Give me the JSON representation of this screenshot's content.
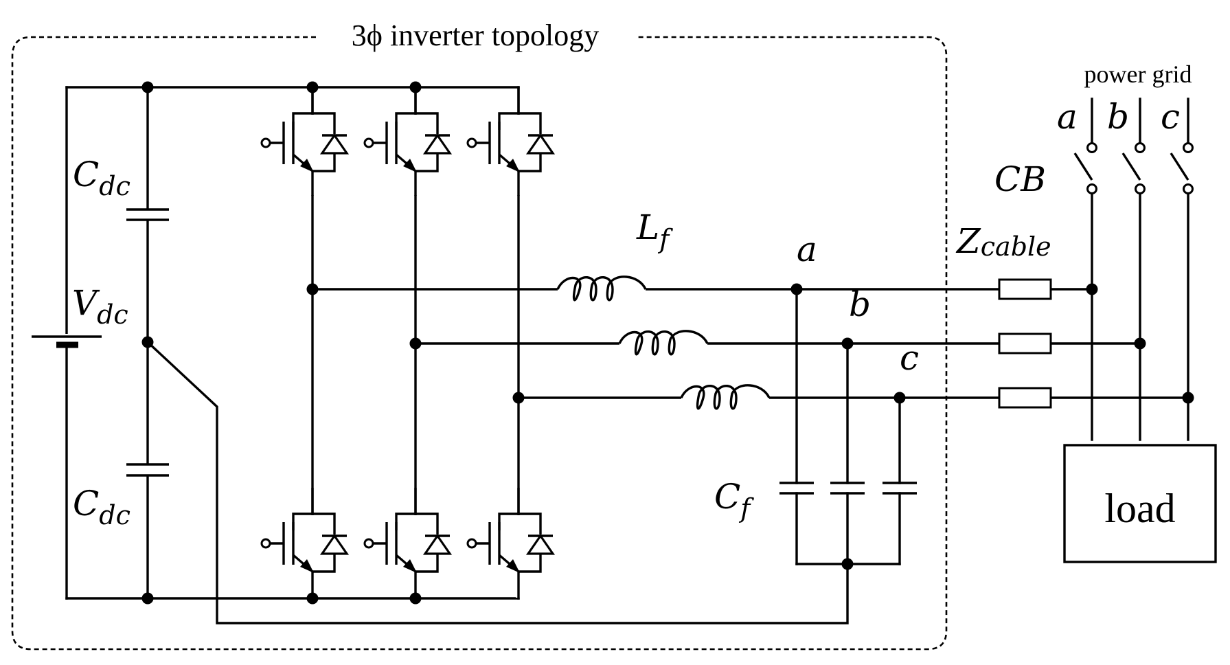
{
  "topology_title": "3ϕ inverter topology",
  "grid": {
    "title": "power grid",
    "phase_a": "a",
    "phase_b": "b",
    "phase_c": "c"
  },
  "breaker_label": "CB",
  "cable": {
    "base": "Z",
    "sub": "cable"
  },
  "filter_inductor": {
    "base": "L",
    "sub": "f"
  },
  "filter_capacitor": {
    "base": "C",
    "sub": "f"
  },
  "dc_cap_upper": {
    "base": "C",
    "sub": "dc"
  },
  "dc_cap_lower": {
    "base": "C",
    "sub": "dc"
  },
  "dc_source": {
    "base": "V",
    "sub": "dc"
  },
  "nodes": {
    "a": "a",
    "b": "b",
    "c": "c"
  },
  "load_label": "load",
  "colors": {
    "line": "#000000",
    "background": "#ffffff"
  }
}
